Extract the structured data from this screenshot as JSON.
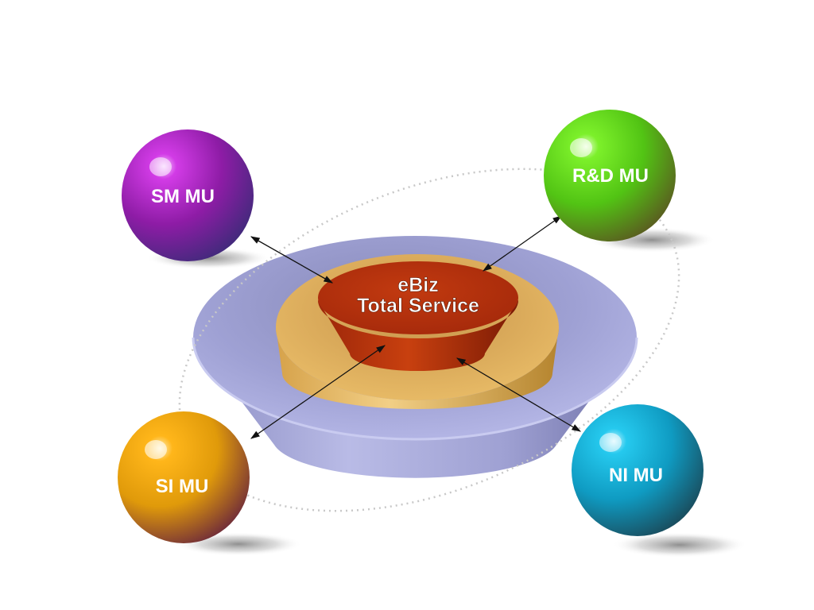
{
  "center": {
    "line1": "eBiz",
    "line2": "Total Service"
  },
  "nodes": [
    {
      "id": "sm",
      "label": "SM MU",
      "color": "#8e1ca6"
    },
    {
      "id": "rd",
      "label": "R&D MU",
      "color": "#52c414"
    },
    {
      "id": "si",
      "label": "SI MU",
      "color": "#e09a0a"
    },
    {
      "id": "ni",
      "label": "NI MU",
      "color": "#0f9bc2"
    }
  ],
  "colors": {
    "outer_bowl": "#a6a8d8",
    "middle_ring": "#e6b55c",
    "inner_core": "#b8300c",
    "orbit": "#c8c8c8"
  }
}
